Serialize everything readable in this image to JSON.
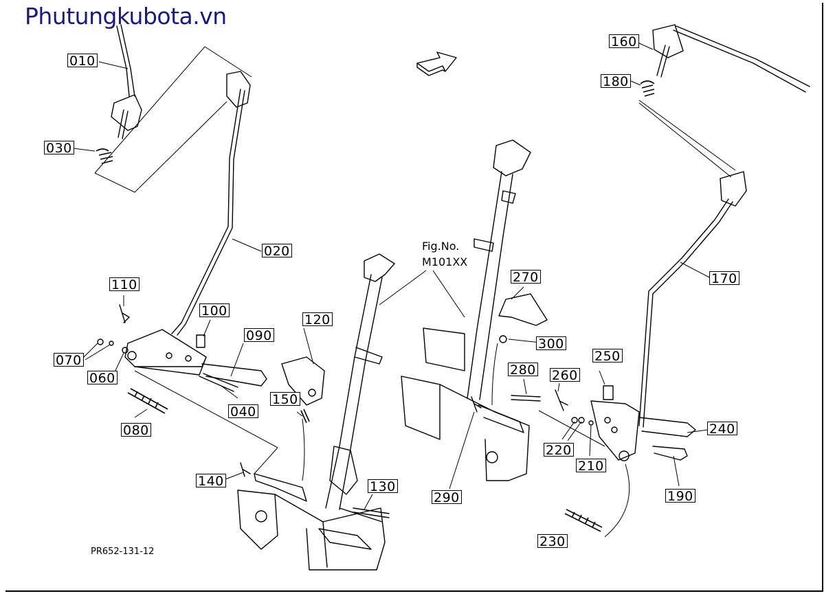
{
  "watermark": "Phutungkubota.vn",
  "drawing_code": "PR652-131-12",
  "figure_reference": {
    "line1": "Fig.No.",
    "line2": "M101XX"
  },
  "accent_color": "#1a1a7a",
  "callouts": [
    {
      "id": "010",
      "label": "010"
    },
    {
      "id": "020",
      "label": "020"
    },
    {
      "id": "030",
      "label": "030"
    },
    {
      "id": "040",
      "label": "040"
    },
    {
      "id": "060",
      "label": "060"
    },
    {
      "id": "070",
      "label": "070"
    },
    {
      "id": "080",
      "label": "080"
    },
    {
      "id": "090",
      "label": "090"
    },
    {
      "id": "100",
      "label": "100"
    },
    {
      "id": "110",
      "label": "110"
    },
    {
      "id": "120",
      "label": "120"
    },
    {
      "id": "130",
      "label": "130"
    },
    {
      "id": "140",
      "label": "140"
    },
    {
      "id": "150",
      "label": "150"
    },
    {
      "id": "160",
      "label": "160"
    },
    {
      "id": "170",
      "label": "170"
    },
    {
      "id": "180",
      "label": "180"
    },
    {
      "id": "190",
      "label": "190"
    },
    {
      "id": "210",
      "label": "210"
    },
    {
      "id": "220",
      "label": "220"
    },
    {
      "id": "230",
      "label": "230"
    },
    {
      "id": "240",
      "label": "240"
    },
    {
      "id": "250",
      "label": "250"
    },
    {
      "id": "260",
      "label": "260"
    },
    {
      "id": "270",
      "label": "270"
    },
    {
      "id": "280",
      "label": "280"
    },
    {
      "id": "290",
      "label": "290"
    },
    {
      "id": "300",
      "label": "300"
    }
  ]
}
